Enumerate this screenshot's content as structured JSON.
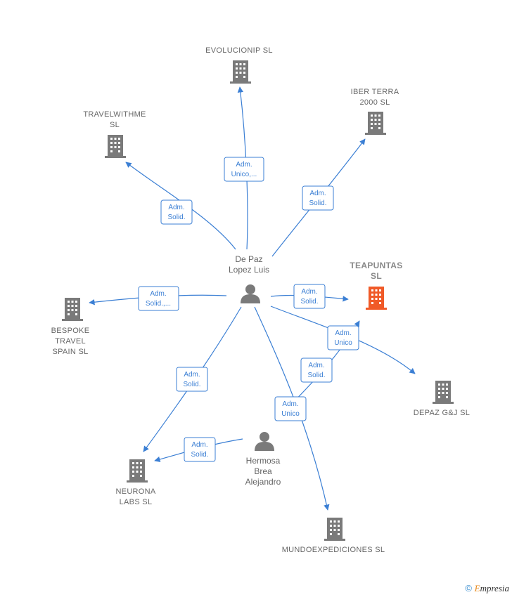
{
  "companies": {
    "evolucionip": {
      "line1": "EVOLUCIONIP SL",
      "line2": ""
    },
    "iber": {
      "line1": "IBER TERRA",
      "line2": "2000 SL"
    },
    "travelwithme": {
      "line1": "TRAVELWITHME",
      "line2": "SL"
    },
    "teapuntas": {
      "line1": "TEAPUNTAS",
      "line2": "SL"
    },
    "bespoke": {
      "line1": "BESPOKE",
      "line2": "TRAVEL",
      "line3": "SPAIN  SL"
    },
    "depaz": {
      "line1": "DEPAZ G&J  SL"
    },
    "neurona": {
      "line1": "NEURONA",
      "line2": "LABS  SL"
    },
    "mundo": {
      "line1": "MUNDOEXPEDICIONES SL"
    }
  },
  "people": {
    "depaz_luis": {
      "line1": "De Paz",
      "line2": "Lopez Luis"
    },
    "hermosa": {
      "line1": "Hermosa",
      "line2": "Brea",
      "line3": "Alejandro"
    }
  },
  "roles": {
    "evolucionip": {
      "l1": "Adm.",
      "l2": "Unico,..."
    },
    "iber": {
      "l1": "Adm.",
      "l2": "Solid."
    },
    "travelwithme": {
      "l1": "Adm.",
      "l2": "Solid."
    },
    "teapuntas": {
      "l1": "Adm.",
      "l2": "Solid."
    },
    "bespoke": {
      "l1": "Adm.",
      "l2": "Solid.,..."
    },
    "depaz": {
      "l1": "Adm.",
      "l2": "Unico"
    },
    "neurona_luis": {
      "l1": "Adm.",
      "l2": "Solid."
    },
    "mundo": {
      "l1": "Adm.",
      "l2": "Unico"
    },
    "hermosa_teapuntas": {
      "l1": "Adm.",
      "l2": "Solid."
    },
    "hermosa_neurona": {
      "l1": "Adm.",
      "l2": "Solid."
    }
  },
  "footer": {
    "copyright": "©",
    "brand_e": "E",
    "brand_rest": "mpresia"
  },
  "colors": {
    "edge": "#3b7fd4",
    "building": "#7a7a7a",
    "highlight": "#f05a28"
  }
}
